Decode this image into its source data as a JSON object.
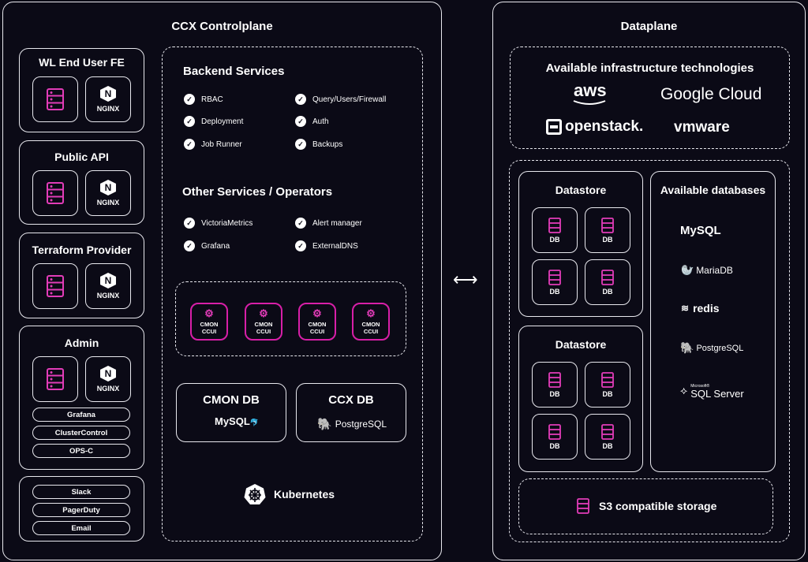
{
  "controlplane": {
    "title": "CCX Controlplane",
    "groups": [
      {
        "title": "WL End User FE",
        "nginx_label": "NGINX"
      },
      {
        "title": "Public API",
        "nginx_label": "NGINX"
      },
      {
        "title": "Terraform Provider",
        "nginx_label": "NGINX"
      },
      {
        "title": "Admin",
        "nginx_label": "NGINX"
      }
    ],
    "admin_items": [
      "Grafana",
      "ClusterControl",
      "OPS-C"
    ],
    "notify_items": [
      "Slack",
      "PagerDuty",
      "Email"
    ],
    "backend": {
      "title": "Backend Services",
      "items": [
        "RBAC",
        "Query/Users/Firewall",
        "Deployment",
        "Auth",
        "Job Runner",
        "Backups"
      ]
    },
    "other": {
      "title": "Other Services / Operators",
      "items": [
        "VictoriaMetrics",
        "Alert manager",
        "Grafana",
        "ExternalDNS"
      ]
    },
    "cmon_label_1": "CMON",
    "cmon_label_2": "CCUI",
    "cmon_db": {
      "title": "CMON DB",
      "logo": "MySQL"
    },
    "ccx_db": {
      "title": "CCX DB",
      "logo": "PostgreSQL"
    },
    "kubernetes": "Kubernetes"
  },
  "connector": "⟷",
  "dataplane": {
    "title": "Dataplane",
    "infra": {
      "title": "Available infrastructure technologies",
      "logos": [
        "aws",
        "Google Cloud",
        "openstack.",
        "vmware"
      ]
    },
    "datastores": [
      {
        "title": "Datastore",
        "db_label": "DB"
      },
      {
        "title": "Datastore",
        "db_label": "DB"
      }
    ],
    "databases": {
      "title": "Available databases",
      "items": [
        "MySQL",
        "MariaDB",
        "redis",
        "PostgreSQL",
        "SQL Server"
      ],
      "sql_server_prefix": "Microsoft®"
    },
    "s3": "S3 compatible storage"
  },
  "colors": {
    "accent": "#e23cb8",
    "background": "#0b0a16",
    "line": "#e8e8ee"
  }
}
